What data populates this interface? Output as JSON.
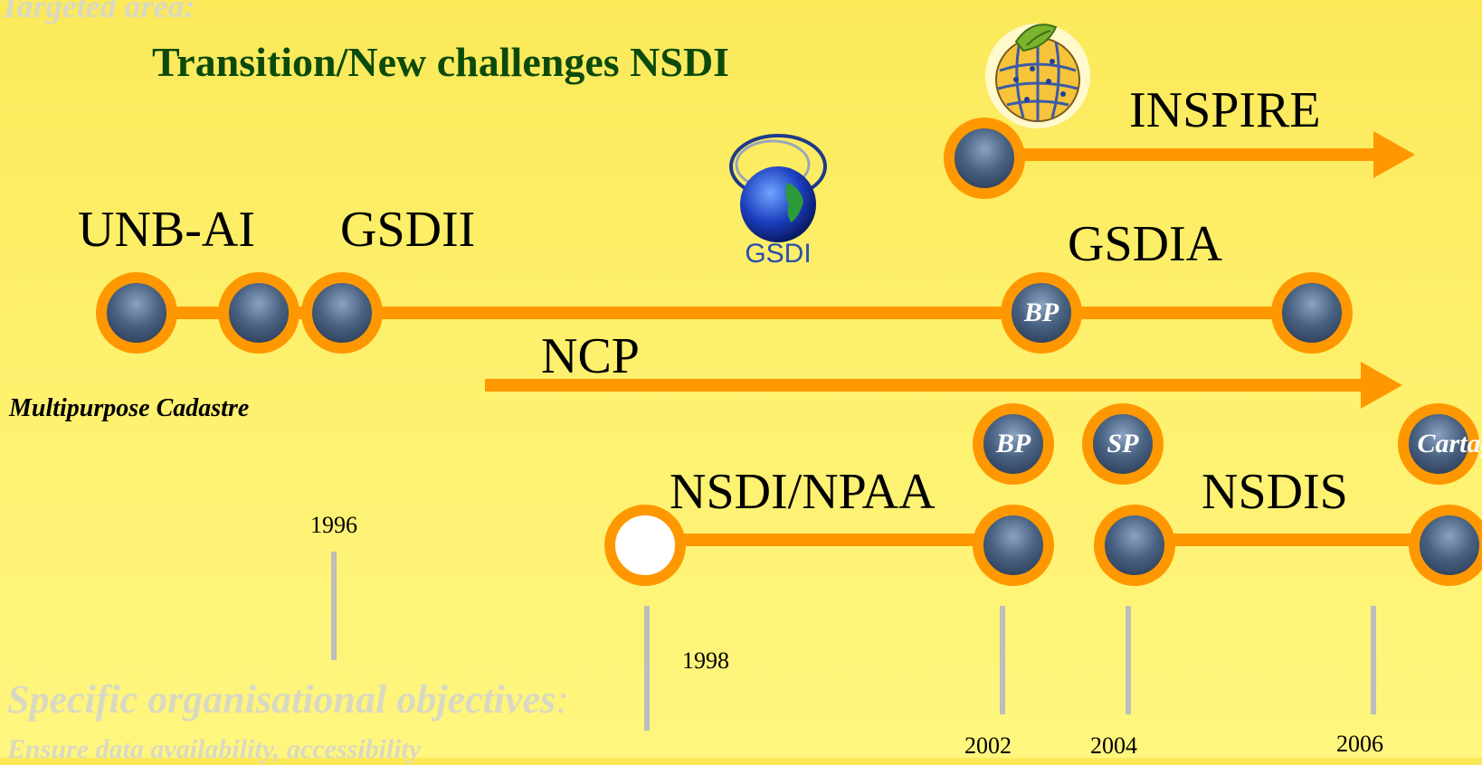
{
  "header": {
    "targeted": "Targeted area:",
    "title": "Transition/New challenges NSDI"
  },
  "labels": {
    "inspire": "INSPIRE",
    "unb_ai": "UNB-AI",
    "gsdii": "GSDII",
    "gsdia": "GSDIA",
    "ncp": "NCP",
    "multipurpose_cadastre": "Multipurpose Cadastre",
    "nsdi_npaa": "NSDI/NPAA",
    "nsdis": "NSDIS"
  },
  "node_tags": {
    "bp_gsdia": "BP",
    "bp_nsdi": "BP",
    "sp": "SP",
    "cartagena": "Cartag"
  },
  "logos": {
    "gsdi": "GSDI"
  },
  "years": {
    "y1996": "1996",
    "y1998": "1998",
    "y2002": "2002",
    "y2004": "2004",
    "y2006": "2006"
  },
  "footer": {
    "specific": "Specific organisational objectives",
    "specific_colon": ":",
    "ensure": "Ensure data availability, accessibility"
  },
  "colors": {
    "accent": "#ff9800",
    "title": "#0b4a0b",
    "background": "#fdf06c"
  },
  "icons": [
    "inspire-globe-logo",
    "gsdi-globe-logo",
    "photo-node"
  ]
}
